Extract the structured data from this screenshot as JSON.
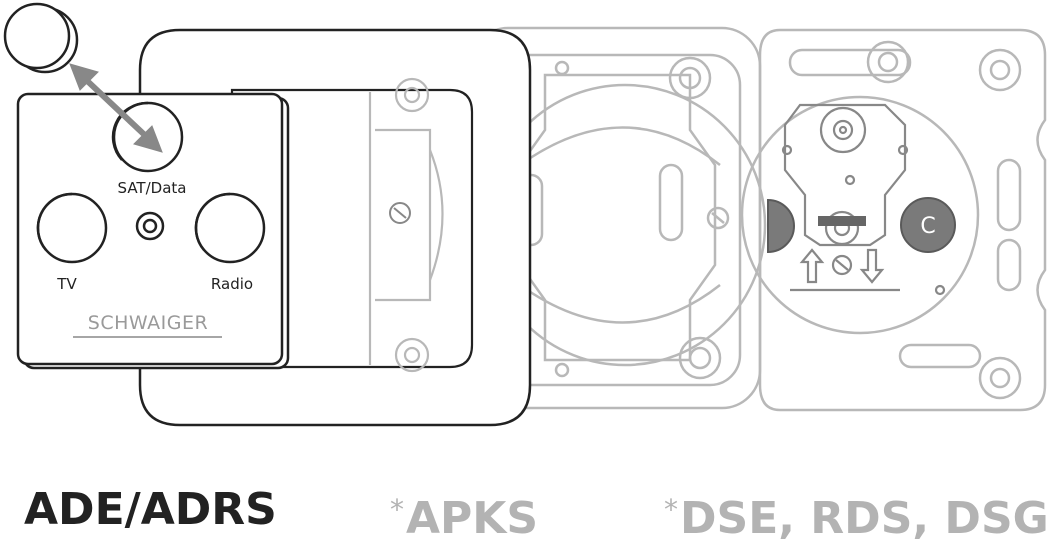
{
  "labels": {
    "sat_data": "SAT/Data",
    "tv": "TV",
    "radio": "Radio",
    "brand": "SCHWAIGER",
    "c_socket": "C"
  },
  "captions": {
    "main": "ADE/ADRS",
    "apks_star": "*",
    "apks": "APKS",
    "dse_star": "*",
    "dse": "DSE, RDS, DSG"
  },
  "colors": {
    "dark_line": "#222222",
    "light_line": "#b5b5b5",
    "arrow": "#888888",
    "caption_dark": "#222222",
    "caption_light": "#b3b3b3"
  }
}
